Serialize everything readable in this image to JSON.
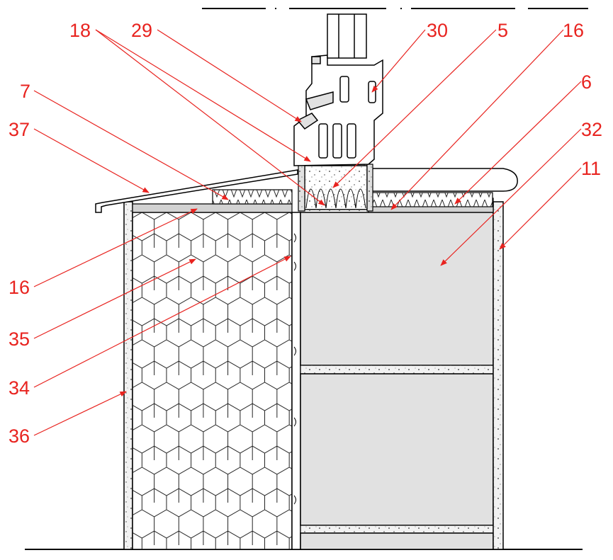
{
  "colors": {
    "callout": "#e8231f",
    "line": "#000000",
    "render_fill": "#f2f2f2",
    "block_fill": "#e1e1e1",
    "sill_fill": "#d2d2d2"
  },
  "callouts": [
    {
      "id": "18",
      "label": "18"
    },
    {
      "id": "29",
      "label": "29"
    },
    {
      "id": "30",
      "label": "30"
    },
    {
      "id": "5",
      "label": "5"
    },
    {
      "id": "16-top",
      "label": "16"
    },
    {
      "id": "6",
      "label": "6"
    },
    {
      "id": "32",
      "label": "32"
    },
    {
      "id": "11",
      "label": "11"
    },
    {
      "id": "7",
      "label": "7"
    },
    {
      "id": "37",
      "label": "37"
    },
    {
      "id": "16-left",
      "label": "16"
    },
    {
      "id": "35",
      "label": "35"
    },
    {
      "id": "34",
      "label": "34"
    },
    {
      "id": "36",
      "label": "36"
    }
  ]
}
